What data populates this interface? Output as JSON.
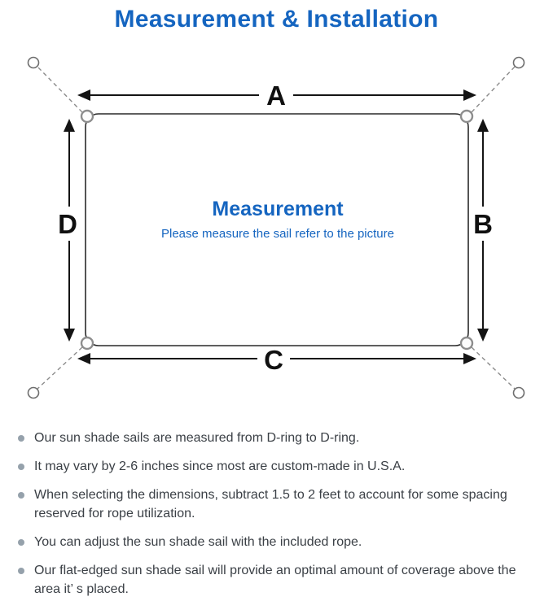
{
  "colors": {
    "accent_blue": "#1565c0",
    "body_text": "#3b4046",
    "diagram_stroke": "#2a2a2a",
    "rope_gray": "#8b8b8b"
  },
  "header": {
    "title": "Measurement & Installation"
  },
  "diagram": {
    "labels": {
      "top": "A",
      "right": "B",
      "bottom": "C",
      "left": "D"
    },
    "center": {
      "title": "Measurement",
      "subtitle": "Please measure the sail refer to the picture"
    }
  },
  "notes": [
    "Our sun shade sails are measured from D-ring to D-ring.",
    "It may vary by 2-6 inches since most are custom-made in U.S.A.",
    "When selecting the dimensions, subtract 1.5 to 2 feet to account for some spacing reserved for rope utilization.",
    "You can adjust the sun shade sail with the included rope.",
    "Our flat-edged sun shade sail will provide an optimal amount of coverage above the area it’ s placed."
  ]
}
